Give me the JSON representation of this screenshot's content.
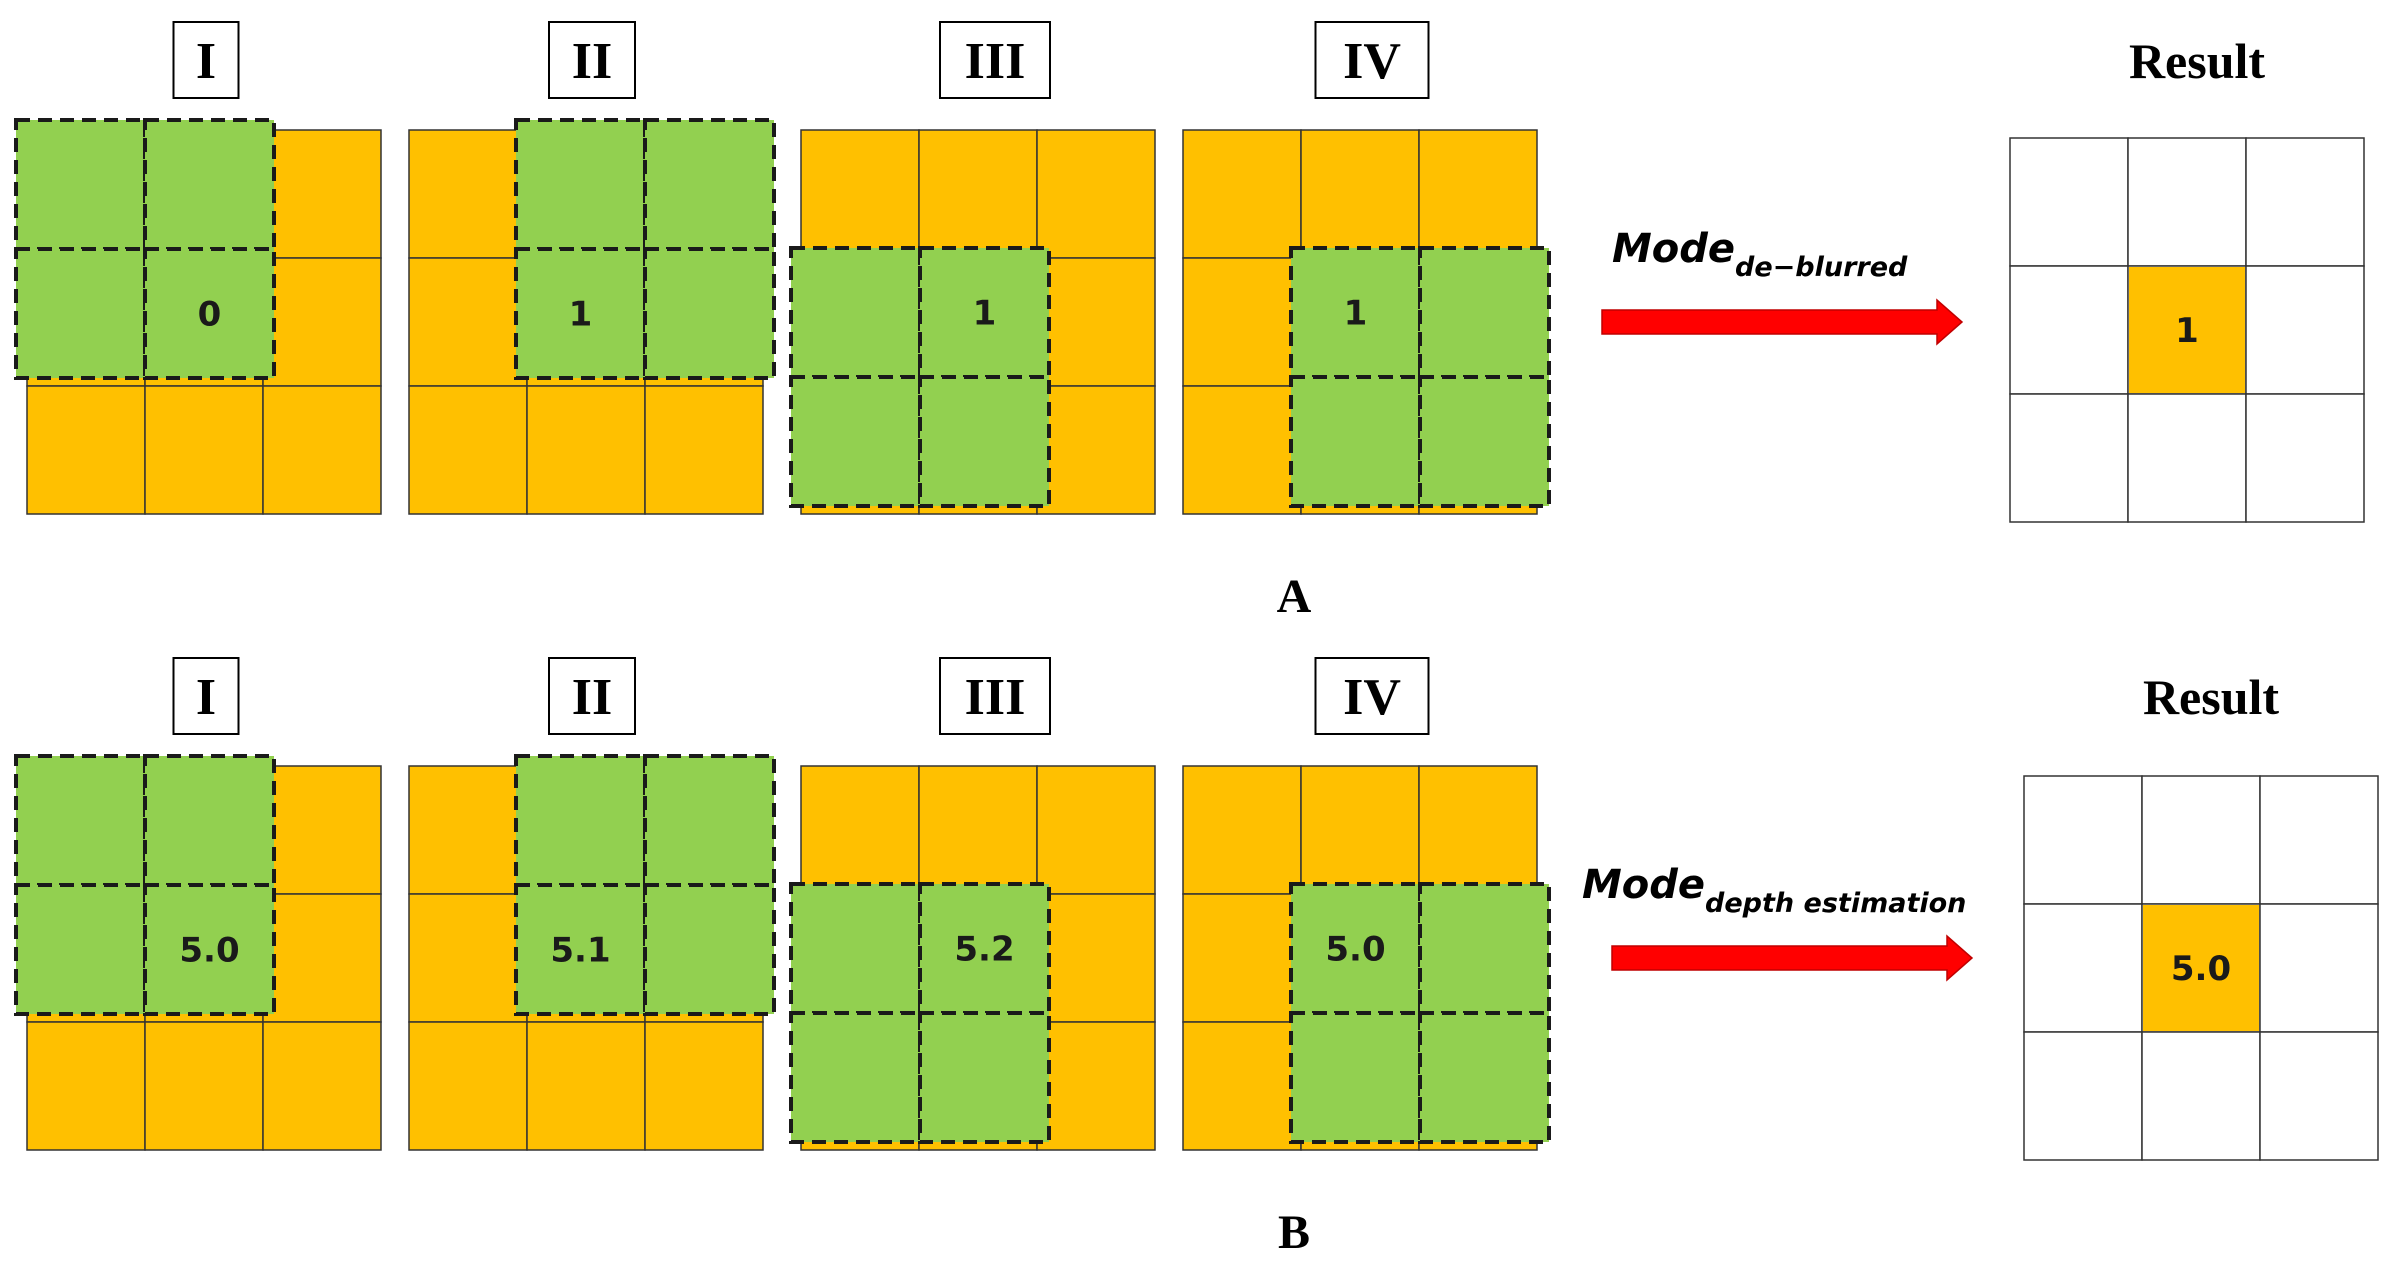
{
  "colors": {
    "orange": "#FFC000",
    "green": "#92D050",
    "arrow": "#FF0000",
    "grid_line": "#333333",
    "dashed": "#1a1a1a"
  },
  "rows": [
    {
      "part_label": "A",
      "panels": [
        {
          "label": "I",
          "value": "0"
        },
        {
          "label": "II",
          "value": "1"
        },
        {
          "label": "III",
          "value": "1"
        },
        {
          "label": "IV",
          "value": "1"
        }
      ],
      "mode": {
        "main": "Mode",
        "sub": "de−blurred"
      },
      "result": {
        "title": "Result",
        "value": "1"
      }
    },
    {
      "part_label": "B",
      "panels": [
        {
          "label": "I",
          "value": "5.0"
        },
        {
          "label": "II",
          "value": "5.1"
        },
        {
          "label": "III",
          "value": "5.2"
        },
        {
          "label": "IV",
          "value": "5.0"
        }
      ],
      "mode": {
        "main": "Mode",
        "sub": "depth estimation"
      },
      "result": {
        "title": "Result",
        "value": "5.0"
      }
    }
  ]
}
